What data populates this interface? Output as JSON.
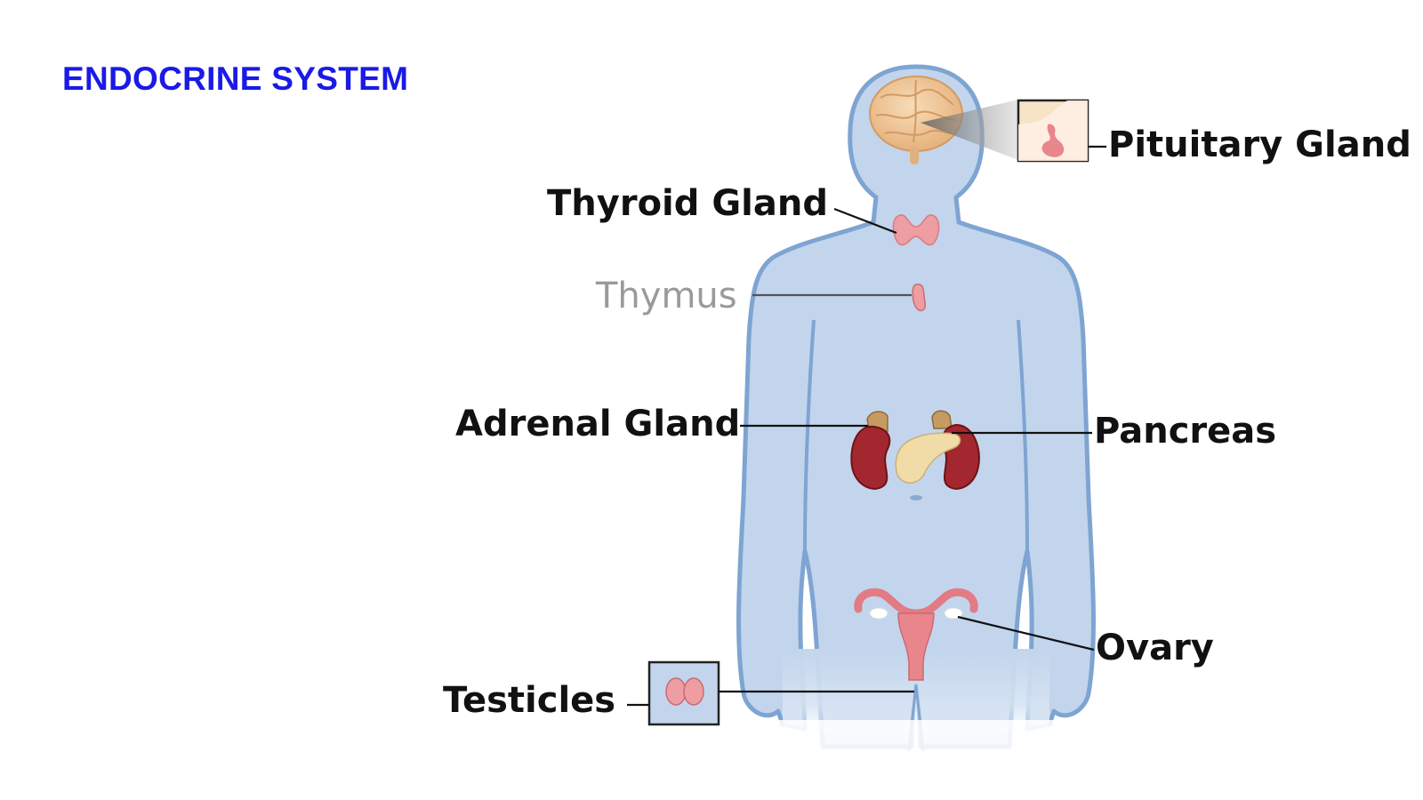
{
  "title": "ENDOCRINE SYSTEM",
  "colors": {
    "title": "#1a1ae6",
    "body_fill": "#c2d5ec",
    "body_outline": "#7ea4d2",
    "gland_pink": "#e9868c",
    "kidney": "#a3272f",
    "pancreas": "#f1dca8",
    "brain": "#f1c999",
    "label_text": "#111111",
    "faint_label": "#9a9a9a"
  },
  "labels": {
    "pituitary": "Pituitary Gland",
    "thyroid": "Thyroid Gland",
    "thymus": "Thymus",
    "adrenal": "Adrenal Gland",
    "pancreas": "Pancreas",
    "ovary": "Ovary",
    "testicles": "Testicles"
  }
}
